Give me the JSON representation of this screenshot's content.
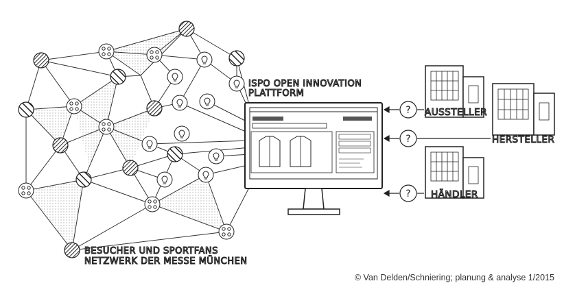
{
  "labels": {
    "platform_line1": "ISPO OPEN INNOVATION",
    "platform_line2": "PLATTFORM",
    "network_line1": "BESUCHER UND SPORTFANS",
    "network_line2": "NETZWERK DER MESSE MÜNCHEN",
    "aussteller": "AUSSTELLER",
    "hersteller": "HERSTELLER",
    "haendler": "HÄNDLER",
    "question": "?"
  },
  "credit": "© Van Delden/Schniering; planung & analyse 1/2015"
}
